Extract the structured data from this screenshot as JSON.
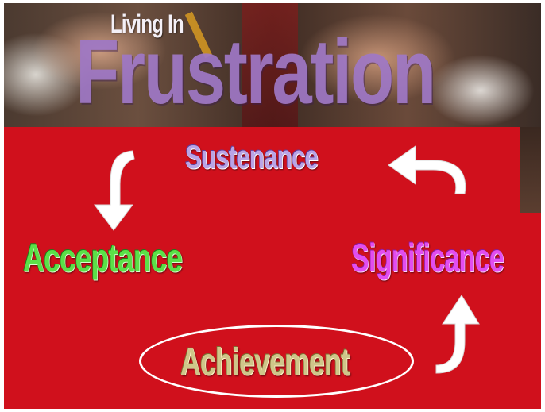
{
  "title": {
    "line1": "Living In",
    "line2": "Frustration"
  },
  "cycle": {
    "top": "Sustenance",
    "left": "Acceptance",
    "right": "Significance",
    "bottom": "Achievement"
  },
  "colors": {
    "background": "#d0101c",
    "sustenance": "#b9a4e6",
    "acceptance": "#5be048",
    "significance": "#e24df0",
    "achievement": "#cfc68a",
    "title": "#9f78c6",
    "arrows": "#ffffff"
  },
  "icons": [
    "curved-arrow-down-icon",
    "curved-arrow-left-icon",
    "curved-arrow-up-icon"
  ]
}
